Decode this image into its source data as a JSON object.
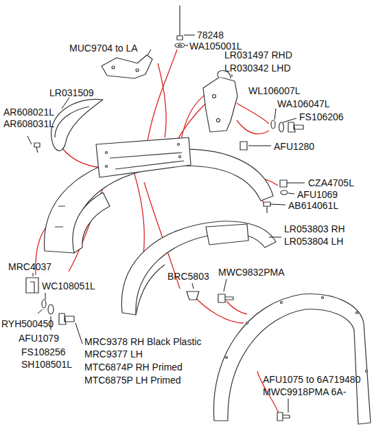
{
  "diagram": {
    "labels": [
      "78248",
      "WA105001L",
      "MUC9704 to LA",
      "LR031497 RHD",
      "LR030342 LHD",
      "WL106007L",
      "WA106047L",
      "FS106206",
      "LR031509",
      "AR608021L",
      "AR608031L",
      "AFU1280",
      "CZA4705L",
      "AFU1069",
      "AB614061L",
      "LR053803 RH",
      "LR053804 LH",
      "MRC4037",
      "BRC5803",
      "MWC9832PMA",
      "WC108051L",
      "RYH500450",
      "AFU1079",
      "FS108256",
      "SH108501L",
      "MRC9378 RH Black Plastic",
      "MRC9377 LH",
      "MTC6874P RH Primed",
      "MTC6875P LH Primed",
      "AFU1075 to 6A719480",
      "MWC9918PMA 6A-"
    ]
  }
}
